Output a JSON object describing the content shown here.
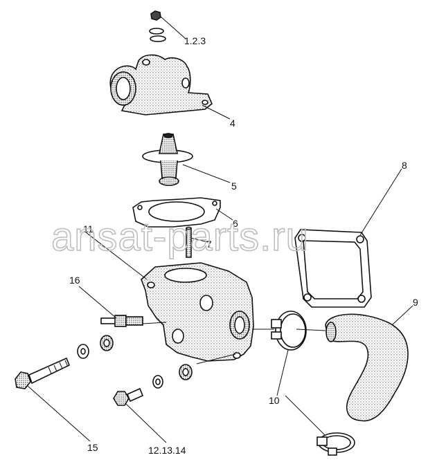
{
  "watermark": "ansat-parts.ru",
  "callouts": {
    "c1": "1.2.3",
    "c4": "4",
    "c5": "5",
    "c6": "6",
    "c7": "7",
    "c8": "8",
    "c9": "9",
    "c10": "10",
    "c11": "11",
    "c12": "12.13.14",
    "c15": "15",
    "c16": "16"
  }
}
